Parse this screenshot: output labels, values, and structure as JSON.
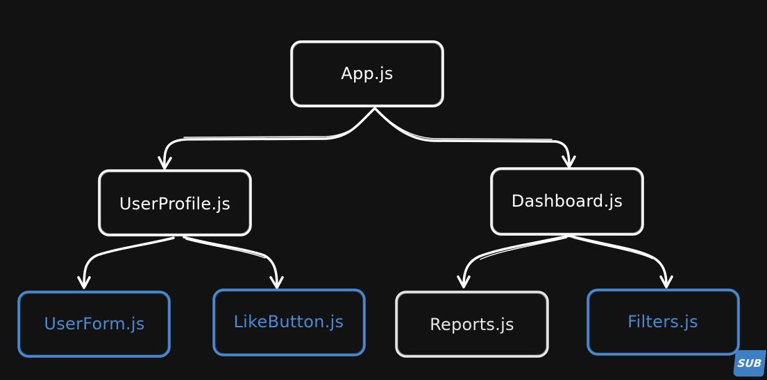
{
  "diagram": {
    "nodes": {
      "app": {
        "label": "App.js",
        "color": "#ffffff"
      },
      "user_profile": {
        "label": "UserProfile.js",
        "color": "#ffffff"
      },
      "dashboard": {
        "label": "Dashboard.js",
        "color": "#ffffff"
      },
      "user_form": {
        "label": "UserForm.js",
        "color": "#4a8ad4"
      },
      "like_button": {
        "label": "LikeButton.js",
        "color": "#4a8ad4"
      },
      "reports": {
        "label": "Reports.js",
        "color": "#e6e6e6"
      },
      "filters": {
        "label": "Filters.js",
        "color": "#4a8ad4"
      }
    },
    "edges": [
      {
        "from": "App.js",
        "to": "UserProfile.js"
      },
      {
        "from": "App.js",
        "to": "Dashboard.js"
      },
      {
        "from": "UserProfile.js",
        "to": "UserForm.js"
      },
      {
        "from": "UserProfile.js",
        "to": "LikeButton.js"
      },
      {
        "from": "Dashboard.js",
        "to": "Reports.js"
      },
      {
        "from": "Dashboard.js",
        "to": "Filters.js"
      }
    ]
  },
  "badge": {
    "label": "SUB",
    "color": "#3f7fc4"
  },
  "colors": {
    "background": "#121212",
    "line": "#ffffff",
    "accent": "#4a8ad4"
  }
}
